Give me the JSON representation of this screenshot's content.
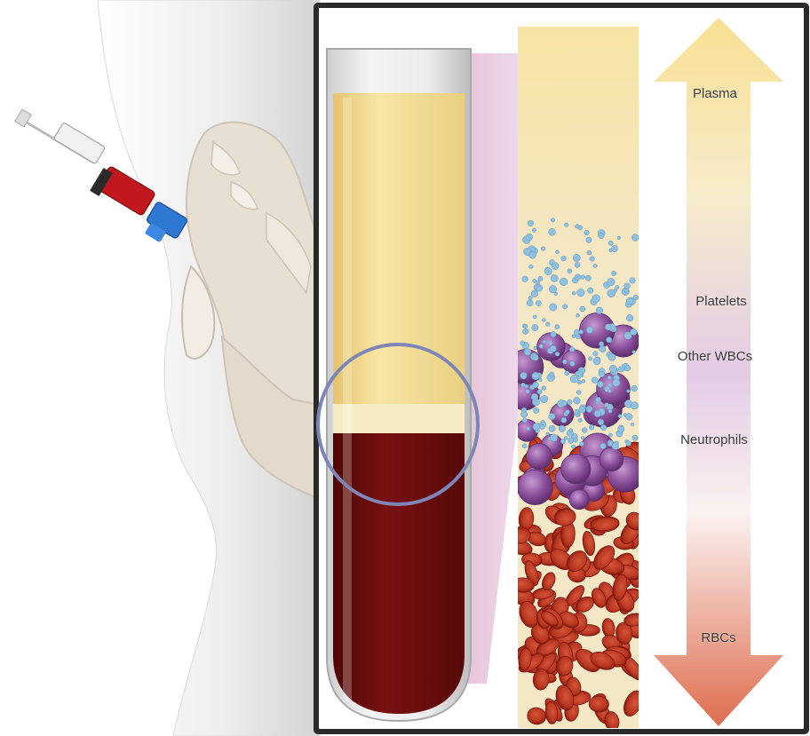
{
  "labels": {
    "plasma": "Plasma",
    "platelets": "Platelets",
    "other_wbcs": "Other WBCs",
    "neutrophils": "Neutrophils",
    "rbcs": "RBCs"
  },
  "colors": {
    "plasma": "#f3dc92",
    "buffy_coat": "#f6ecc4",
    "rbc_dark": "#6e0c0c",
    "rbc_cell": "#b8361f",
    "platelet": "#8fc0e0",
    "wbc": "#8a4f9a",
    "arrow_top": "#f8df92",
    "arrow_bottom": "#de6d4e",
    "panel_border": "#2a2a2a",
    "magnifier_ring": "#7e86b8",
    "syringe_red": "#c0181c",
    "needle_hub_blue": "#2f78d2",
    "bone": "#e8dfd3"
  },
  "icons": {
    "syringe": "syringe-icon",
    "pelvis": "pelvis-bone-illustration",
    "tube": "centrifuge-tube-illustration",
    "magnifier": "magnifier-circle",
    "arrow": "gradient-double-arrow"
  }
}
